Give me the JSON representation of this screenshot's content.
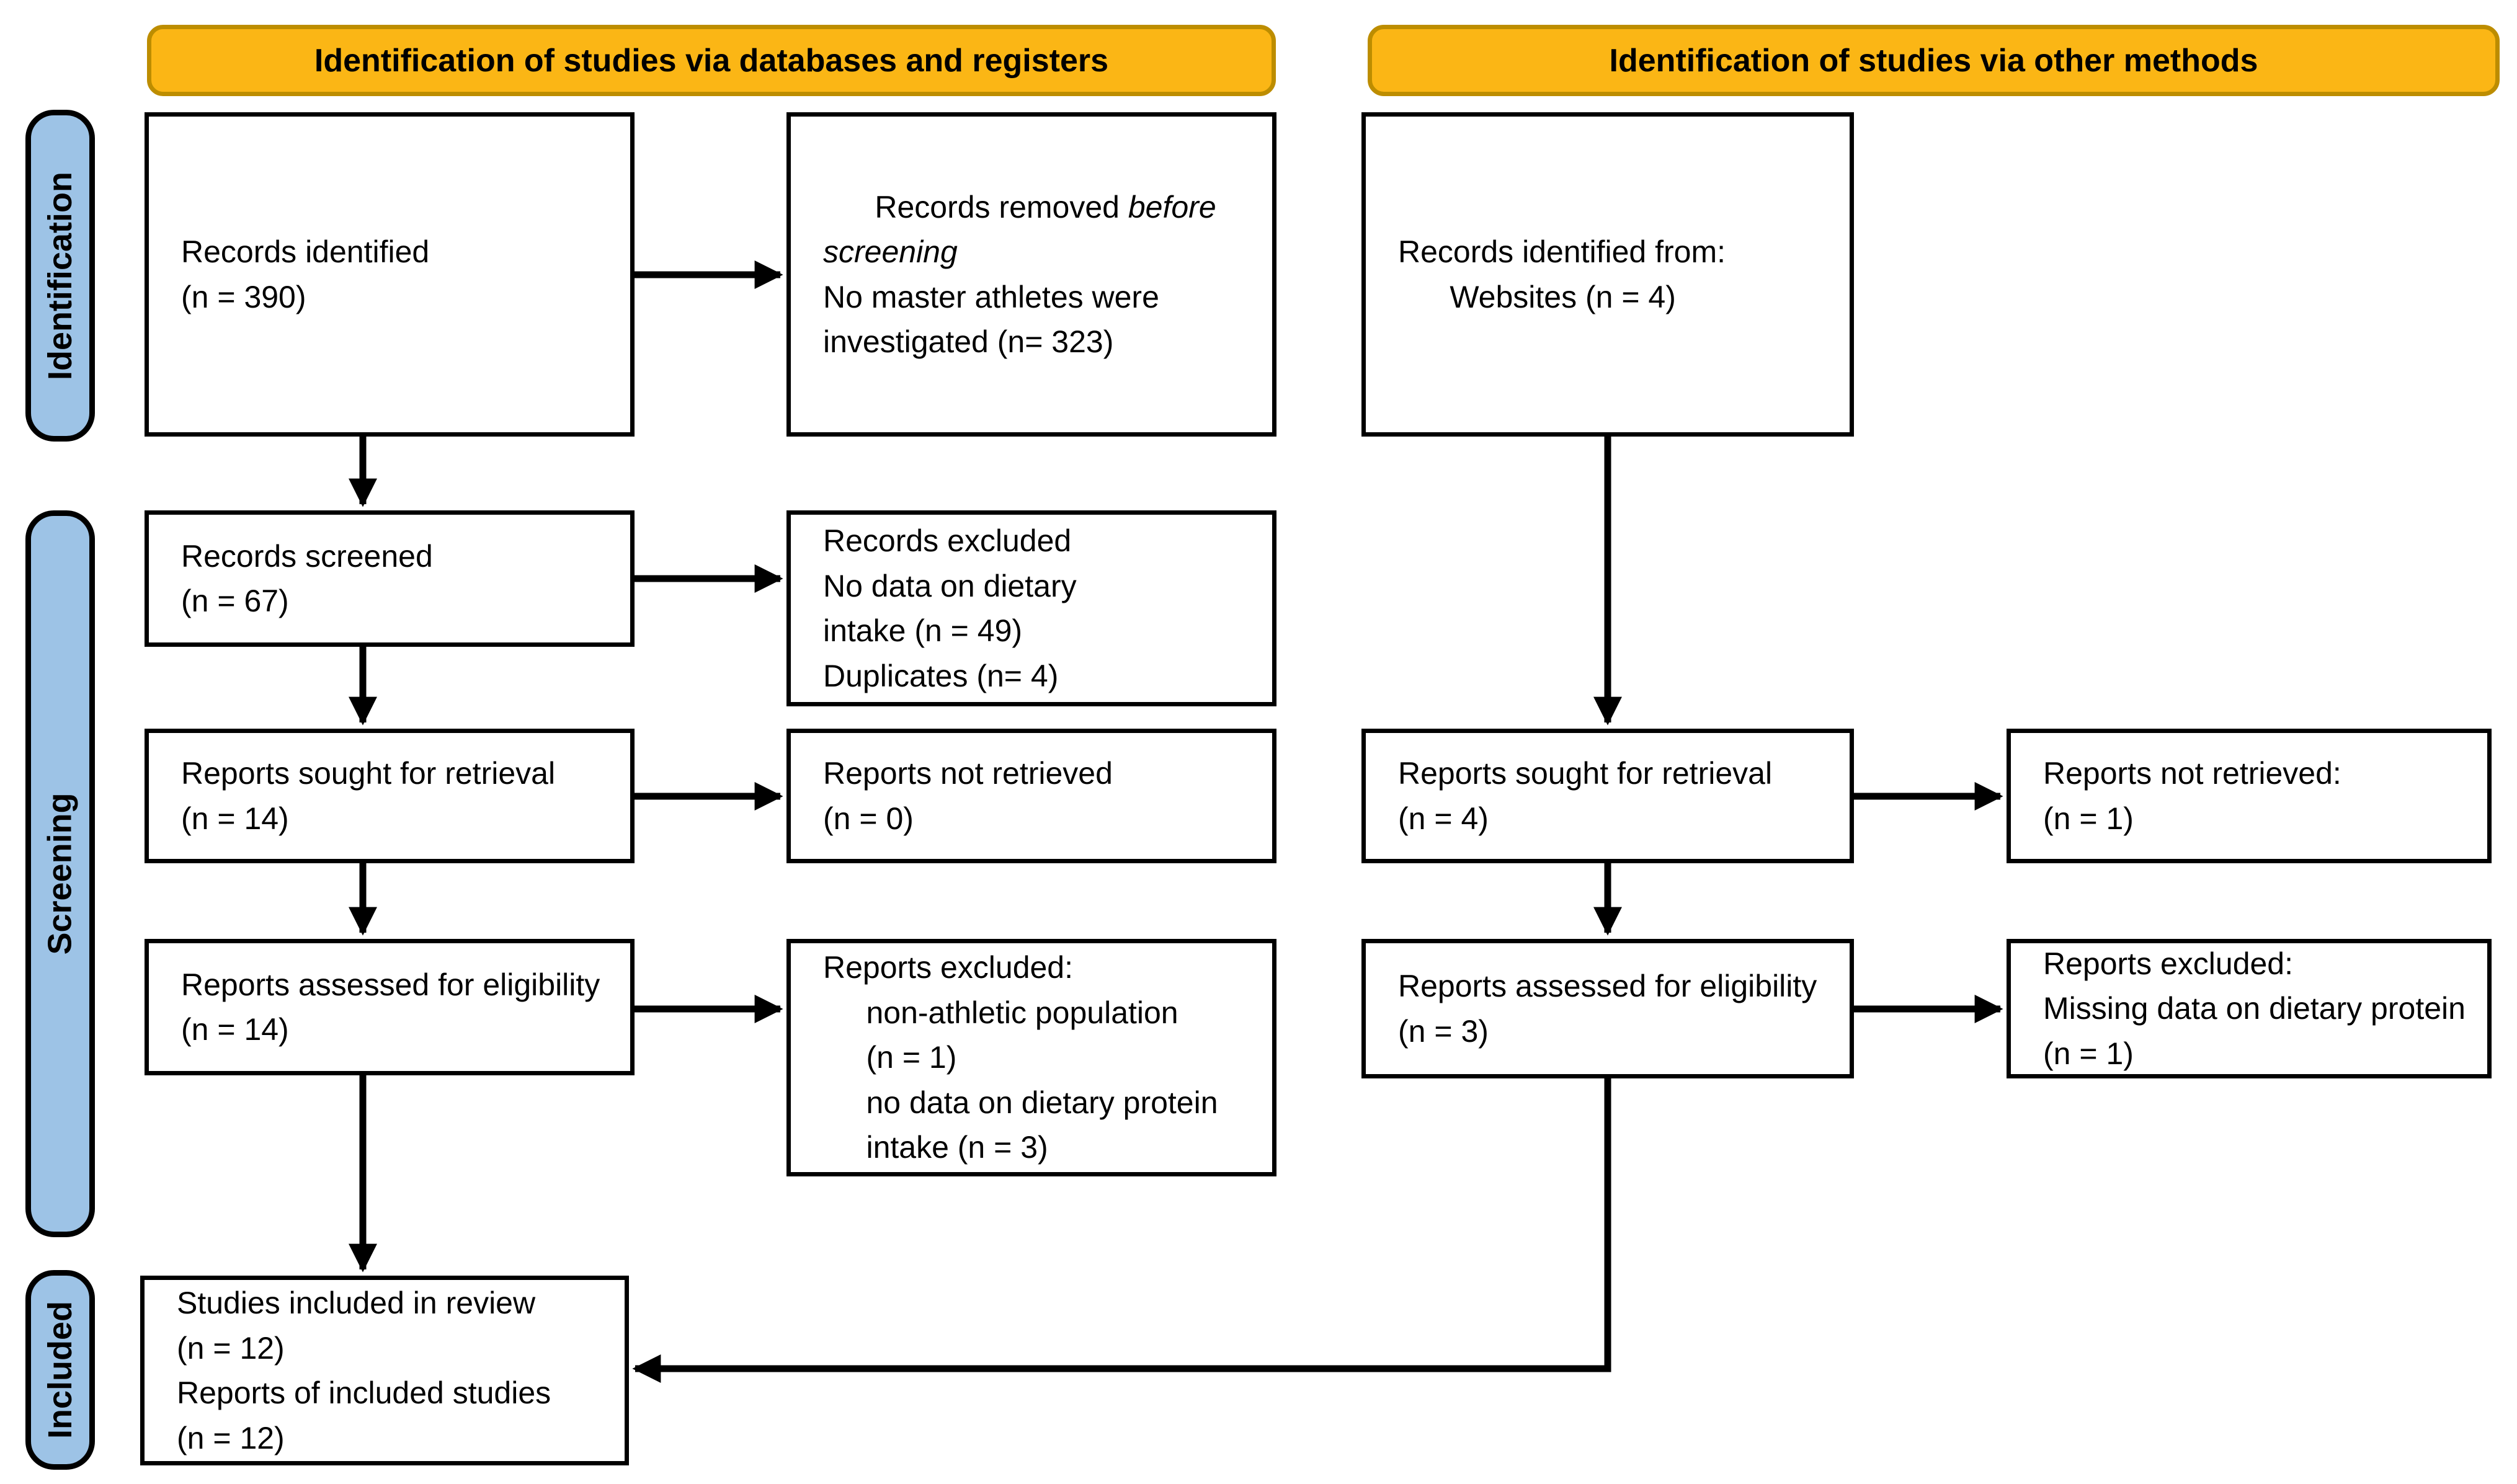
{
  "banners": {
    "databases": "Identification of studies via databases and registers",
    "other": "Identification of studies via other methods"
  },
  "stages": {
    "identification": "Identification",
    "screening": "Screening",
    "included": "Included"
  },
  "boxes": {
    "records_identified": "Records identified\n(n = 390)",
    "records_removed": {
      "prefix": "Records removed ",
      "italic": "before\nscreening",
      "suffix": "\nNo master athletes were\ninvestigated (n= 323)"
    },
    "records_screened": "Records screened\n(n = 67)",
    "records_excluded": "Records excluded\nNo data on dietary\nintake (n = 49)\nDuplicates (n= 4)",
    "reports_sought": "Reports sought for retrieval\n(n = 14)",
    "reports_not_retrieved": "Reports not retrieved\n(n = 0)",
    "reports_assessed": "Reports assessed for eligibility\n(n = 14)",
    "reports_excluded_db": "Reports excluded:\n     non-athletic population\n     (n = 1)\n     no data on dietary protein\n     intake (n = 3)",
    "studies_included": "Studies included in review\n(n = 12)\nReports of included studies\n(n = 12)",
    "records_identified_other": "Records identified from:\n      Websites (n = 4)",
    "reports_sought_other": "Reports sought for retrieval\n(n = 4)",
    "reports_not_retrieved_other": "Reports not retrieved:\n(n = 1)",
    "reports_assessed_other": "Reports assessed for eligibility\n(n = 3)",
    "reports_excluded_other": "Reports excluded:\nMissing data on dietary protein\n(n = 1)"
  },
  "colors": {
    "banner-fill": "#FBB615",
    "banner-border": "#BD8D00",
    "stage-fill": "#9DC3E6",
    "stage-border": "#000000",
    "box-border": "#000000"
  }
}
